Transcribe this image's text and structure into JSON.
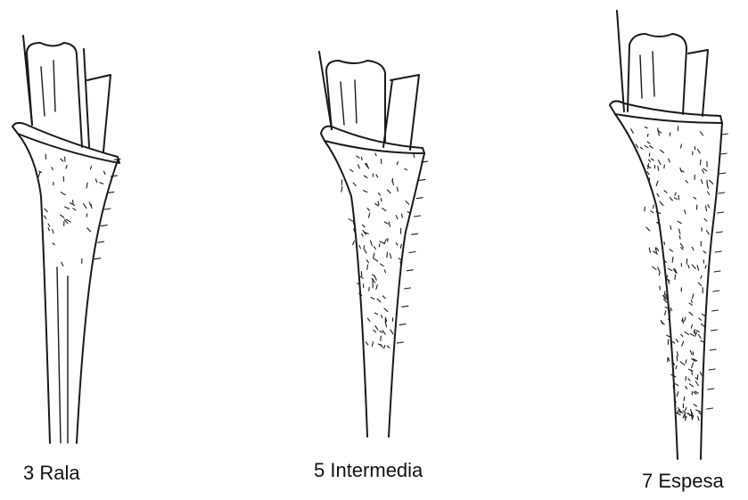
{
  "figure": {
    "panels": [
      {
        "label": "3 Rala",
        "level": 3,
        "hair_density": "low"
      },
      {
        "label": "5 Intermedia",
        "level": 5,
        "hair_density": "medium"
      },
      {
        "label": "7 Espesa",
        "level": 7,
        "hair_density": "high"
      }
    ],
    "colors": {
      "ink": "#1a1a1a",
      "background": "#ffffff"
    }
  }
}
